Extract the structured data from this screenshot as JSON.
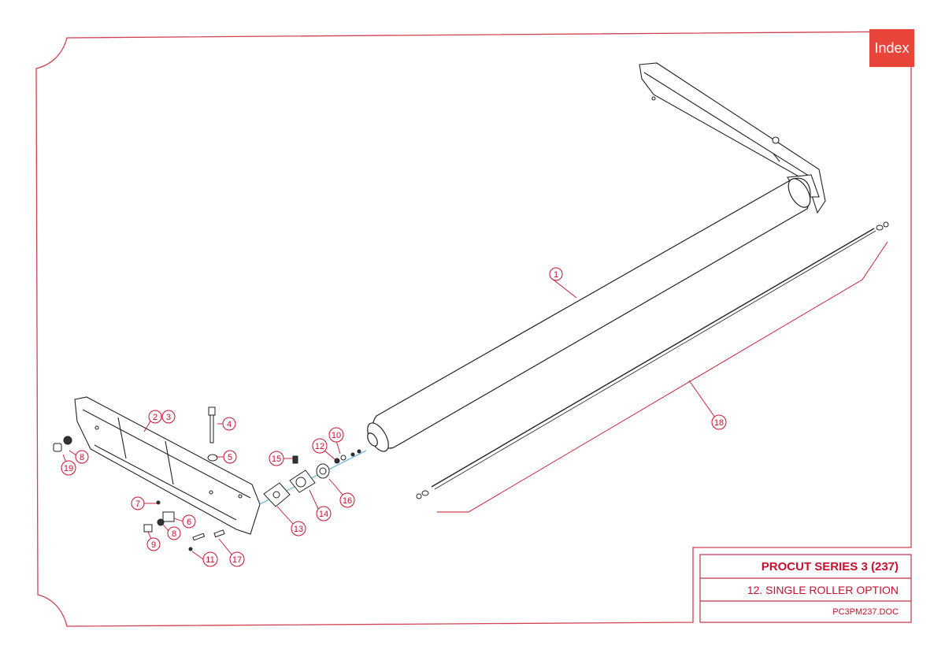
{
  "index_button": {
    "label": "Index"
  },
  "title_block": {
    "series": "PROCUT SERIES 3 (237)",
    "section": "12. SINGLE ROLLER OPTION",
    "doc": "PC3PM237.DOC"
  },
  "colors": {
    "border": "#d04050",
    "accent": "#c8102e",
    "button": "#e8443a"
  },
  "callouts": {
    "c1": "1",
    "c2": "2",
    "c3": "3",
    "c4": "4",
    "c5": "5",
    "c6": "6",
    "c7": "7",
    "c8a": "8",
    "c8b": "8",
    "c9": "9",
    "c10": "10",
    "c11": "11",
    "c12": "12",
    "c13": "13",
    "c14": "14",
    "c15": "15",
    "c16": "16",
    "c17": "17",
    "c18": "18",
    "c19": "19"
  }
}
